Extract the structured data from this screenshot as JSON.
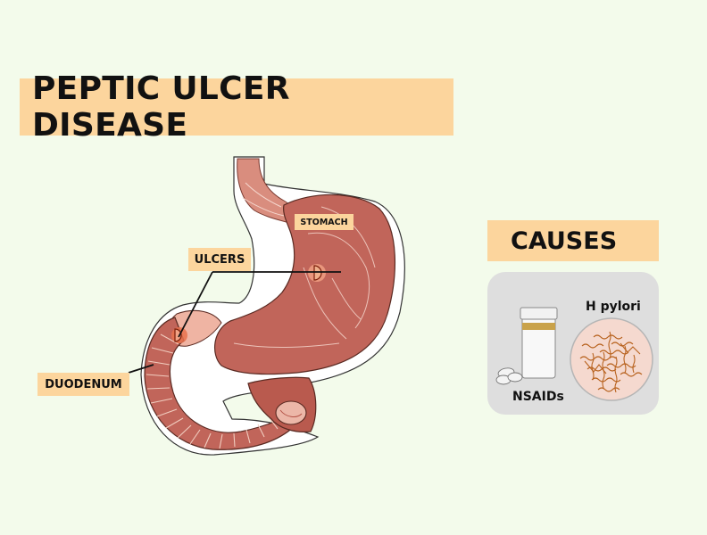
{
  "title": "PEPTIC ULCER DISEASE",
  "labels": {
    "stomach": "STOMACH",
    "ulcers": "ULCERS",
    "duodenum": "DUODENUM"
  },
  "causes": {
    "heading": "CAUSES",
    "items": [
      {
        "label": "NSAIDs",
        "icon": "pill-bottle-icon"
      },
      {
        "label": "H pylori",
        "icon": "bacteria-icon"
      }
    ]
  },
  "colors": {
    "background": "#f3fbeb",
    "label_fill": "#fcd59d",
    "stomach": "#c1655a",
    "ulcer": "#d9441c",
    "card": "#dedede"
  }
}
